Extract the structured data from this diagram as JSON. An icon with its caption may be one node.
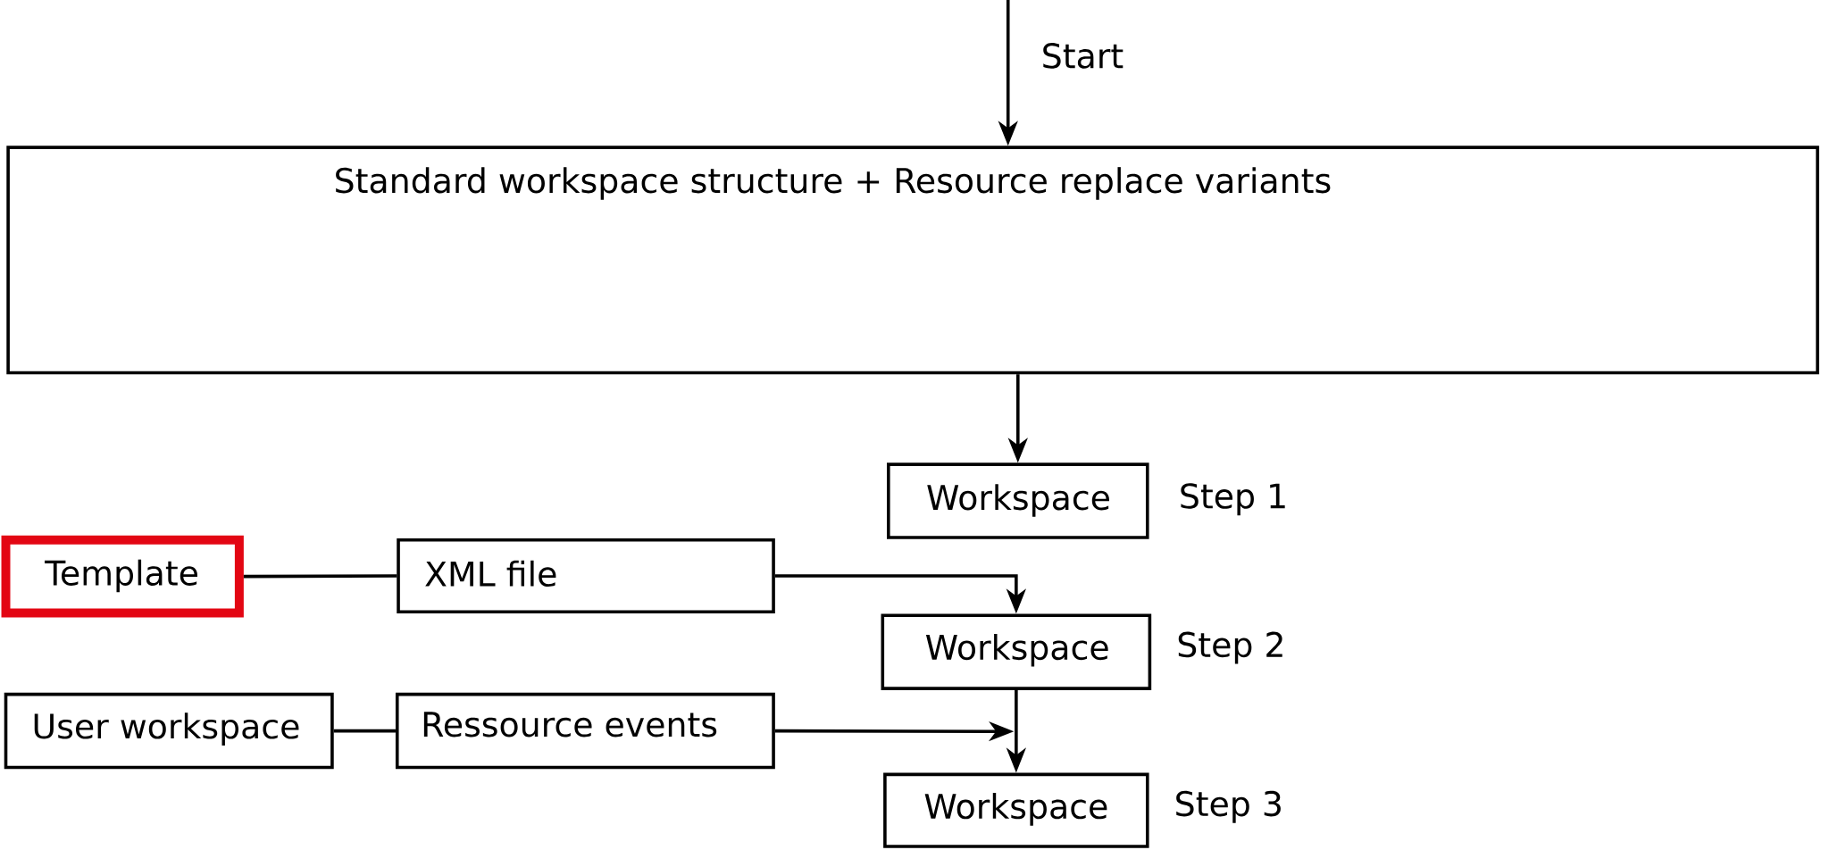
{
  "diagram": {
    "nodes": [
      {
        "text": [
          "Standard workspace structure + Resource replace variants"
        ]
      },
      {
        "text": [
          "Workspace"
        ],
        "beside": [
          "Step 1"
        ]
      },
      {
        "text": [
          "Template"
        ]
      },
      {
        "text": [
          "XML file"
        ]
      },
      {
        "text": [
          "Workspace"
        ],
        "beside": [
          "Step 2"
        ]
      },
      {
        "text": [
          "User workspace"
        ]
      },
      {
        "text": [
          "Ressource events"
        ]
      },
      {
        "text": [
          "Workspace"
        ],
        "beside": [
          "Step 3"
        ]
      }
    ],
    "edges": [
      {
        "from": null,
        "to": 0,
        "arrow": "to",
        "label": "Start"
      },
      {
        "from": 0,
        "to": 1,
        "arrow": "to"
      },
      {
        "from": 2,
        "to": 3,
        "arrow": "none"
      },
      {
        "from": 3,
        "to": 4,
        "arrow": "to"
      },
      {
        "from": 4,
        "to": 7,
        "arrow": "to"
      },
      {
        "from": 5,
        "to": 6,
        "arrow": "none"
      },
      {
        "from": 6,
        "to": null,
        "arrow": "to"
      }
    ]
  }
}
